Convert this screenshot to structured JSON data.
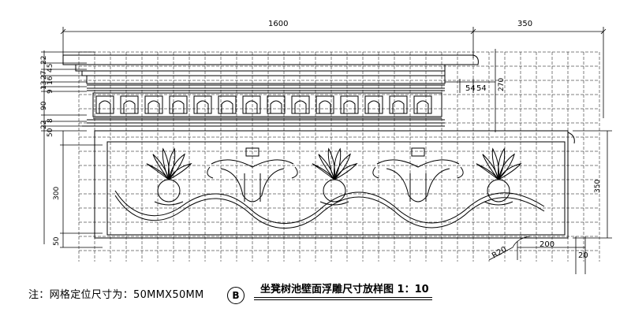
{
  "dimensions": {
    "top_total": "1600",
    "top_right": "350",
    "left_stack": [
      "22",
      "45",
      "27",
      "16",
      "13",
      "9",
      "90",
      "8",
      "22",
      "50"
    ],
    "panel_height": "300",
    "panel_bottom": "50",
    "right_height": "350",
    "side_height": "270",
    "pair_a": "54",
    "pair_b": "54",
    "bottom_right_a": "200",
    "bottom_right_b": "20",
    "radius_label": "R20"
  },
  "footer": {
    "note": "注：网格定位尺寸为：50MMX50MM",
    "badge": "B",
    "title": "坐凳树池壁面浮雕尺寸放样图   1：10"
  }
}
